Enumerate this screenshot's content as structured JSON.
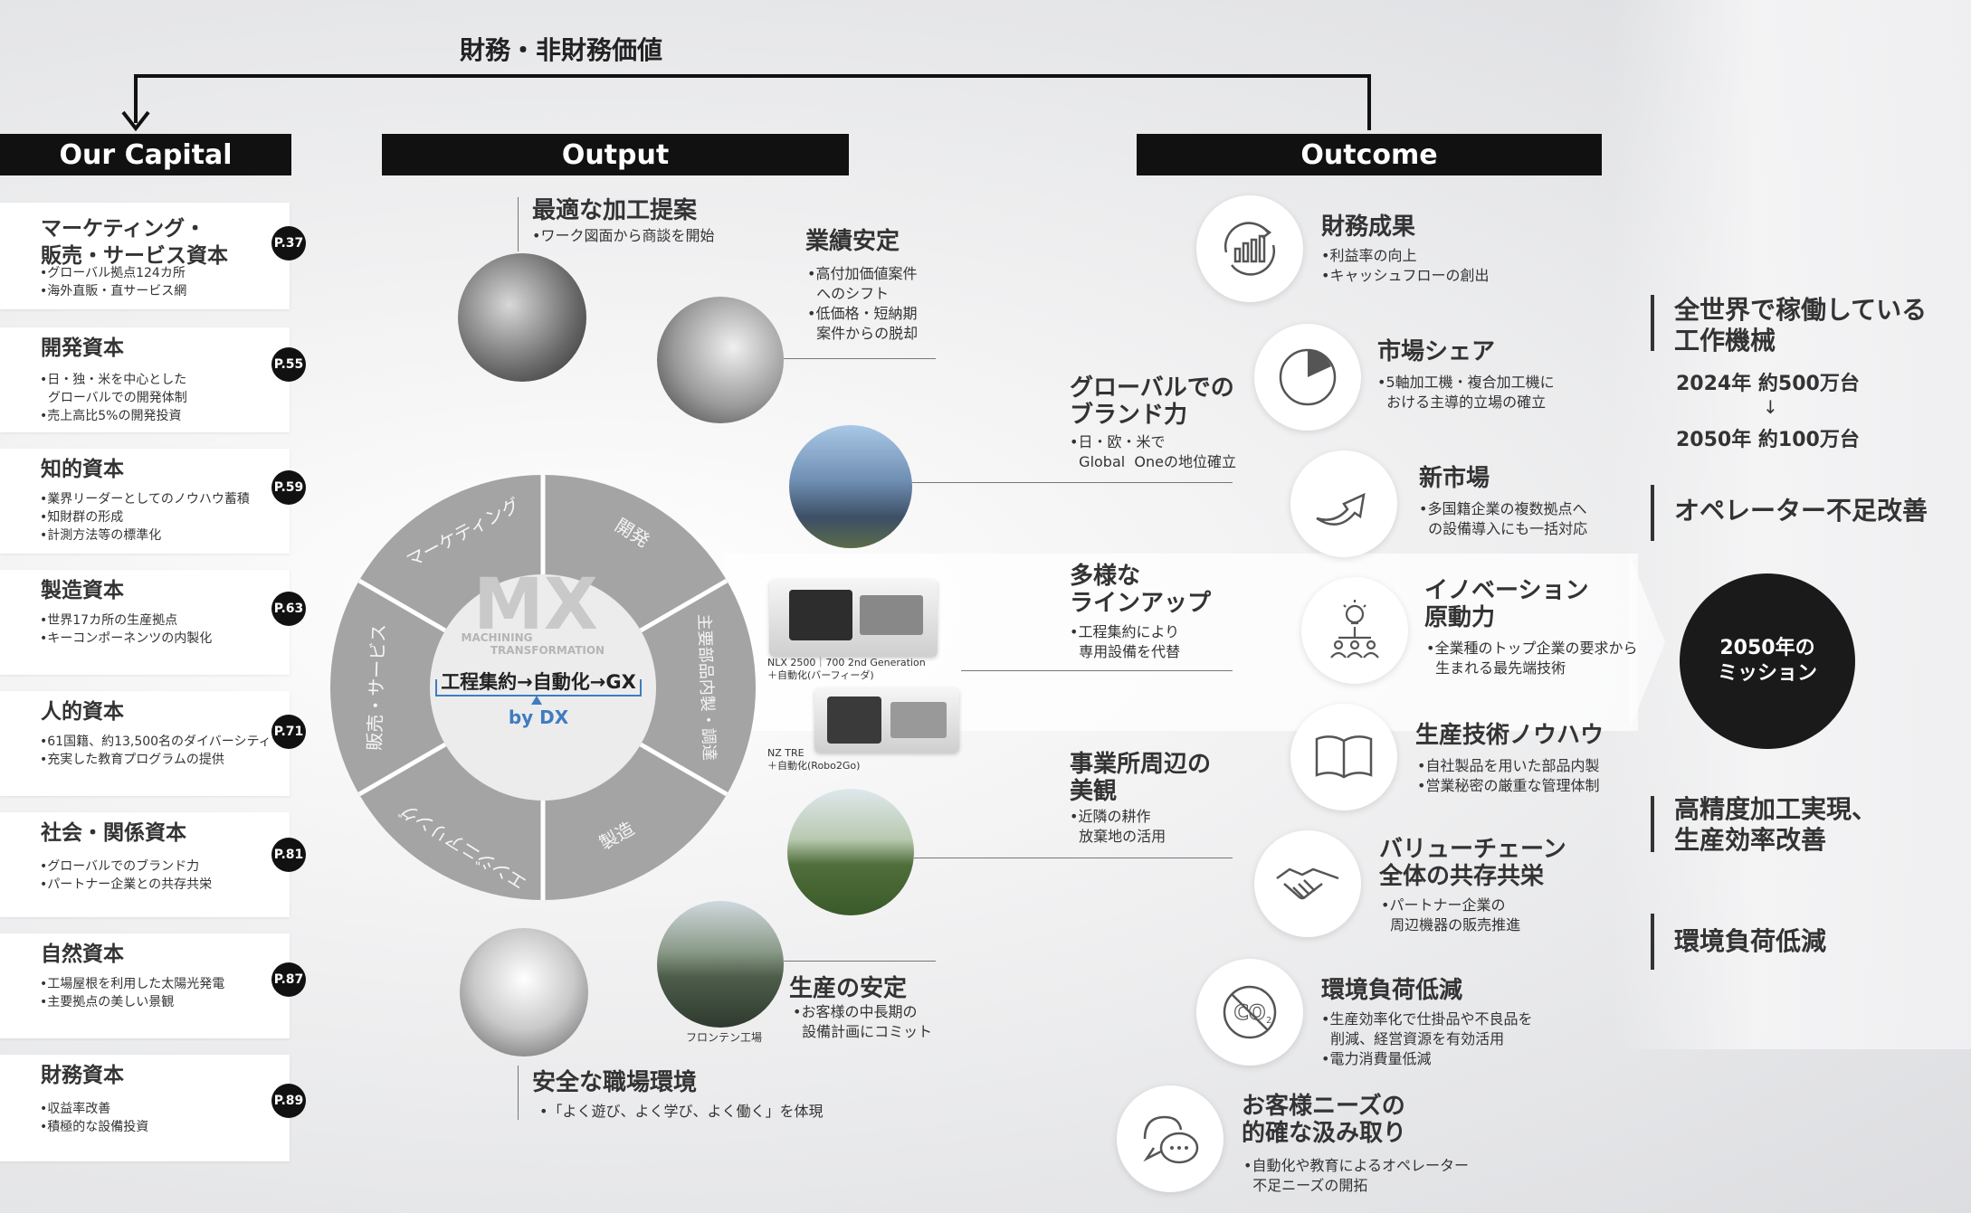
{
  "top_label": "財務・非財務価値",
  "headers": {
    "capital": "Our Capital",
    "output": "Output",
    "outcome": "Outcome"
  },
  "capitals": [
    {
      "title": "マーケティング・\n販売・サービス資本",
      "page": "P.37",
      "bullets": [
        "•グローバル拠点124カ所",
        "•海外直販・直サービス網"
      ]
    },
    {
      "title": "開発資本",
      "page": "P.55",
      "bullets": [
        "•日・独・米を中心とした",
        "  グローバルでの開発体制",
        "•売上高比5%の開発投資"
      ]
    },
    {
      "title": "知的資本",
      "page": "P.59",
      "bullets": [
        "•業界リーダーとしてのノウハウ蓄積",
        "•知財群の形成",
        "•計測方法等の標準化"
      ]
    },
    {
      "title": "製造資本",
      "page": "P.63",
      "bullets": [
        "•世界17カ所の生産拠点",
        "•キーコンポーネンツの内製化"
      ]
    },
    {
      "title": "人的資本",
      "page": "P.71",
      "bullets": [
        "•61国籍、約13,500名のダイバーシティ",
        "•充実した教育プログラムの提供"
      ]
    },
    {
      "title": "社会・関係資本",
      "page": "P.81",
      "bullets": [
        "•グローバルでのブランド力",
        "•パートナー企業との共存共栄"
      ]
    },
    {
      "title": "自然資本",
      "page": "P.87",
      "bullets": [
        "•工場屋根を利用した太陽光発電",
        "•主要拠点の美しい景観"
      ]
    },
    {
      "title": "財務資本",
      "page": "P.89",
      "bullets": [
        "•収益率改善",
        "•積極的な設備投資"
      ]
    }
  ],
  "wheel": {
    "segments": [
      "マーケティング",
      "開発",
      "主要部品内製・調達",
      "製造",
      "エンジニアリング",
      "販売・サービス"
    ],
    "mx": "MX",
    "mx_sub1": "MACHINING",
    "mx_sub2": "TRANSFORMATION",
    "process": "工程集約→自動化→GX",
    "by_dx": "by DX"
  },
  "outputs": {
    "proposal": {
      "title": "最適な加工提案",
      "text": "•ワーク図面から商談を開始"
    },
    "stable": {
      "title": "業績安定",
      "text": "•高付加価値案件\n  へのシフト\n•低価格・短納期\n  案件からの脱却"
    },
    "brand": {
      "title": "グローバルでの\nブランド力",
      "text": "•日・欧・米で\n  Global  Oneの地位確立"
    },
    "lineup": {
      "title": "多様な\nラインアップ",
      "text": "•工程集約により\n  専用設備を代替"
    },
    "nlx": "NLX 2500｜700 2nd Generation\n＋自動化(バーフィーダ)",
    "nz": "NZ TRE\n＋自動化(Robo2Go)",
    "landscape": {
      "title": "事業所周辺の\n美観",
      "text": "•近隣の耕作\n  放棄地の活用"
    },
    "production": {
      "title": "生産の安定",
      "text": "•お客様の中長期の\n  設備計画にコミット"
    },
    "frontier": "フロンテン工場",
    "safety": {
      "title": "安全な職場環境",
      "text": "•「よく遊び、よく学び、よく働く」を体現"
    }
  },
  "outcomes": [
    {
      "icon": "growth-chart-icon",
      "title": "財務成果",
      "text": "•利益率の向上\n•キャッシュフローの創出"
    },
    {
      "icon": "pie-share-icon",
      "title": "市場シェア",
      "text": "•5軸加工機・複合加工機に\n  おける主導的立場の確立"
    },
    {
      "icon": "rising-arrow-icon",
      "title": "新市場",
      "text": "•多国籍企業の複数拠点へ\n  の設備導入にも一括対応"
    },
    {
      "icon": "lightbulb-team-icon",
      "title": "イノベーション\n原動力",
      "text": "•全業種のトップ企業の要求から\n  生まれる最先端技術"
    },
    {
      "icon": "open-book-icon",
      "title": "生産技術ノウハウ",
      "text": "•自社製品を用いた部品内製\n•営業秘密の厳重な管理体制"
    },
    {
      "icon": "handshake-icon",
      "title": "バリューチェーン\n全体の共存共栄",
      "text": "•パートナー企業の\n  周辺機器の販売推進"
    },
    {
      "icon": "no-co2-icon",
      "title": "環境負荷低減",
      "text": "•生産効率化で仕掛品や不良品を\n  削減、経営資源を有効活用\n•電力消費量低減"
    },
    {
      "icon": "chat-bubbles-icon",
      "title": "お客様ニーズの\n的確な汲み取り",
      "text": "•自動化や教育によるオペレーター\n  不足ニーズの開拓"
    }
  ],
  "missions": {
    "m1_title": "全世界で稼働している\n工作機械",
    "m1_y2024": "2024年 約500万台",
    "m1_arrow": "↓",
    "m1_y2050": "2050年 約100万台",
    "m2": "オペレーター不足改善",
    "m3": "高精度加工実現、\n生産効率改善",
    "m4": "環境負荷低減",
    "center": "2050年の\nミッション"
  }
}
